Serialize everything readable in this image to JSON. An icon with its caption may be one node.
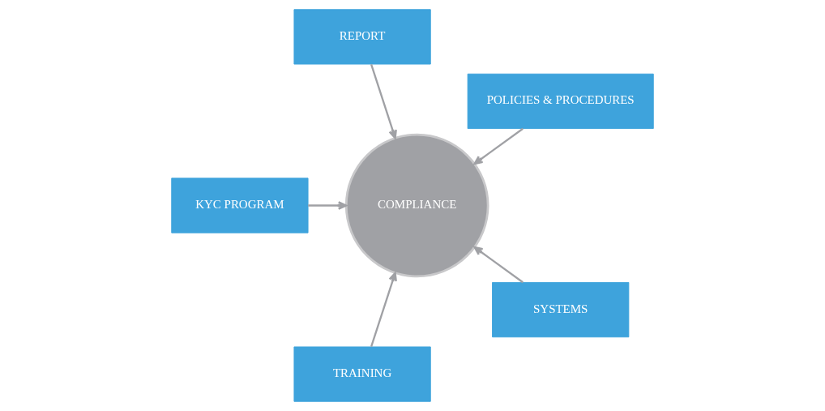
{
  "diagram": {
    "nodes": [
      {
        "text": [
          "POLICIES & PROCEDURES"
        ]
      },
      {
        "text": [
          "REPORT"
        ]
      },
      {
        "text": [
          "KYC PROGRAM"
        ]
      },
      {
        "text": [
          "TRAINING"
        ]
      },
      {
        "text": [
          "COMPLIANCE"
        ]
      },
      {
        "text": [
          "SYSTEMS"
        ]
      }
    ],
    "edges": [
      {
        "from": 0,
        "to": 4,
        "arrow": "to"
      },
      {
        "from": 1,
        "to": 4,
        "arrow": "to"
      },
      {
        "from": 2,
        "to": 4,
        "arrow": "to"
      },
      {
        "from": 3,
        "to": 4,
        "arrow": "to"
      },
      {
        "from": 5,
        "to": 4,
        "arrow": "to"
      }
    ]
  }
}
